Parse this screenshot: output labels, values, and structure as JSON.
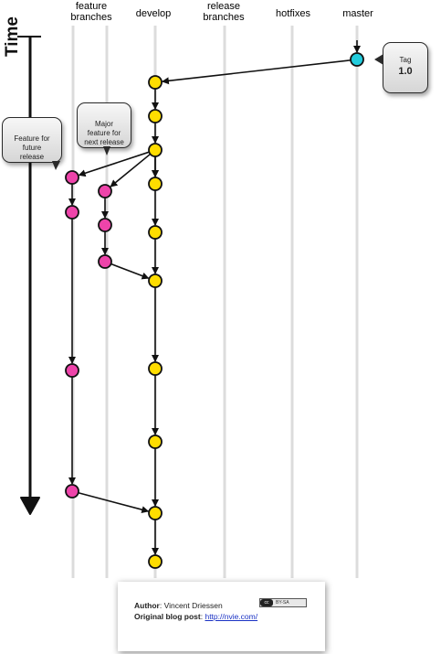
{
  "columns": [
    {
      "id": "feature",
      "label": "feature\nbranches",
      "active": true
    },
    {
      "id": "develop",
      "label": "develop",
      "active": true
    },
    {
      "id": "release",
      "label": "release\nbranches",
      "active": false
    },
    {
      "id": "hotfixes",
      "label": "hotfixes",
      "active": false
    },
    {
      "id": "master",
      "label": "master",
      "active": true
    }
  ],
  "time_label": "Time",
  "callouts": {
    "tag": {
      "line1": "Tag",
      "line2": "1.0"
    },
    "feature_future": "Feature for\nfuture\nrelease",
    "major_feature": "Major\nfeature for\nnext release"
  },
  "credits": {
    "author_label": "Author",
    "author_name": ": Vincent Driessen",
    "post_label": "Original blog post",
    "post_sep": ": ",
    "post_link": "http://nvie.com/",
    "license_text": "BY-SA",
    "license_cc": "cc"
  },
  "colors": {
    "develop_commit": "#ffdd00",
    "feature_commit": "#ee44aa",
    "master_commit": "#22ccdd",
    "lane": "#dcdcdc",
    "arrow": "#111111"
  }
}
